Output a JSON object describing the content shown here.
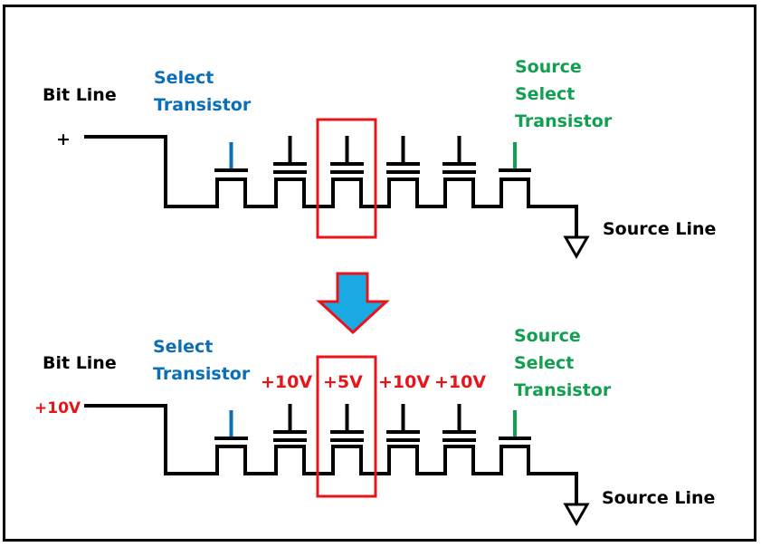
{
  "colors": {
    "wire": "#000000",
    "select_transistor": "#0A6FB8",
    "source_select_transistor": "#12A050",
    "voltage_label": "#E8141A",
    "highlight_box": "#E8141A",
    "arrow_fill": "#1AAAE3",
    "arrow_outline": "#E8141A"
  },
  "panels": [
    {
      "name": "before",
      "bit_line_label": "Bit Line",
      "bit_line_terminal": "+",
      "select_transistor_label": [
        "Select",
        "Transistor"
      ],
      "source_select_transistor_label": [
        "Source",
        "Select",
        "Transistor"
      ],
      "source_line_label": "Source Line",
      "cell_voltages": [
        "",
        "",
        "",
        ""
      ],
      "highlighted_cell_index": 1
    },
    {
      "name": "after",
      "bit_line_label": "Bit Line",
      "bit_line_terminal": "+10V",
      "select_transistor_label": [
        "Select",
        "Transistor"
      ],
      "source_select_transistor_label": [
        "Source",
        "Select",
        "Transistor"
      ],
      "source_line_label": "Source Line",
      "cell_voltages": [
        "+10V",
        "+5V",
        "+10V",
        "+10V"
      ],
      "highlighted_cell_index": 1
    }
  ],
  "transition_arrow": "down-arrow-icon"
}
